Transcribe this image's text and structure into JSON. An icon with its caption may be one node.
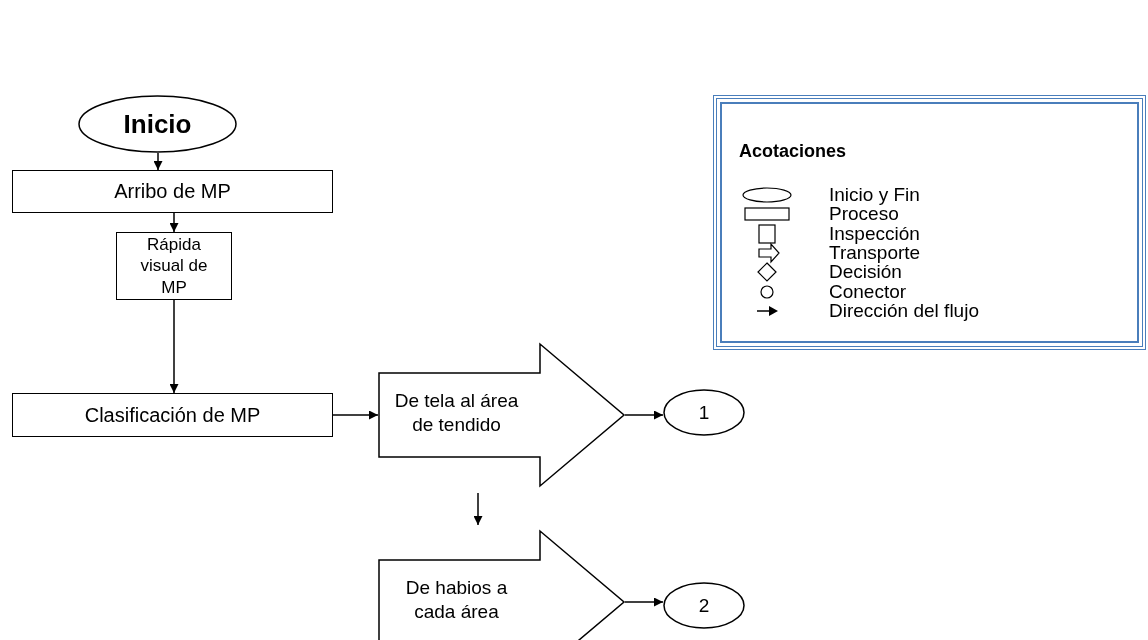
{
  "diagram": {
    "nodes": [
      {
        "text": [
          "Inicio"
        ]
      },
      {
        "text": [
          "Arribo de MP"
        ]
      },
      {
        "text": [
          "Rápida visual de MP"
        ]
      },
      {
        "text": [
          "Clasificación de MP"
        ]
      },
      {
        "text": [
          "De tela al área de tendido"
        ]
      },
      {
        "text": [
          "1"
        ]
      },
      {
        "text": [
          "De habios a cada área"
        ]
      },
      {
        "text": [
          "2"
        ]
      }
    ],
    "edges": [
      {
        "from": 0,
        "to": 1,
        "arrow": "to"
      },
      {
        "from": 1,
        "to": 2,
        "arrow": "to"
      },
      {
        "from": 2,
        "to": 3,
        "arrow": "to"
      },
      {
        "from": 3,
        "to": 4,
        "arrow": "to"
      },
      {
        "from": 4,
        "to": 5,
        "arrow": "to"
      },
      {
        "from": 4,
        "to": 6,
        "arrow": "to"
      },
      {
        "from": 6,
        "to": 7,
        "arrow": "to"
      }
    ],
    "labels": [
      "Acotaciones"
    ],
    "legend": [
      {
        "text": "Inicio y Fin"
      },
      {
        "text": "Proceso"
      },
      {
        "text": "Inspección"
      },
      {
        "text": "Transporte"
      },
      {
        "text": "Decisión"
      },
      {
        "text": "Conector"
      },
      {
        "text": "Dirección del flujo"
      }
    ]
  }
}
